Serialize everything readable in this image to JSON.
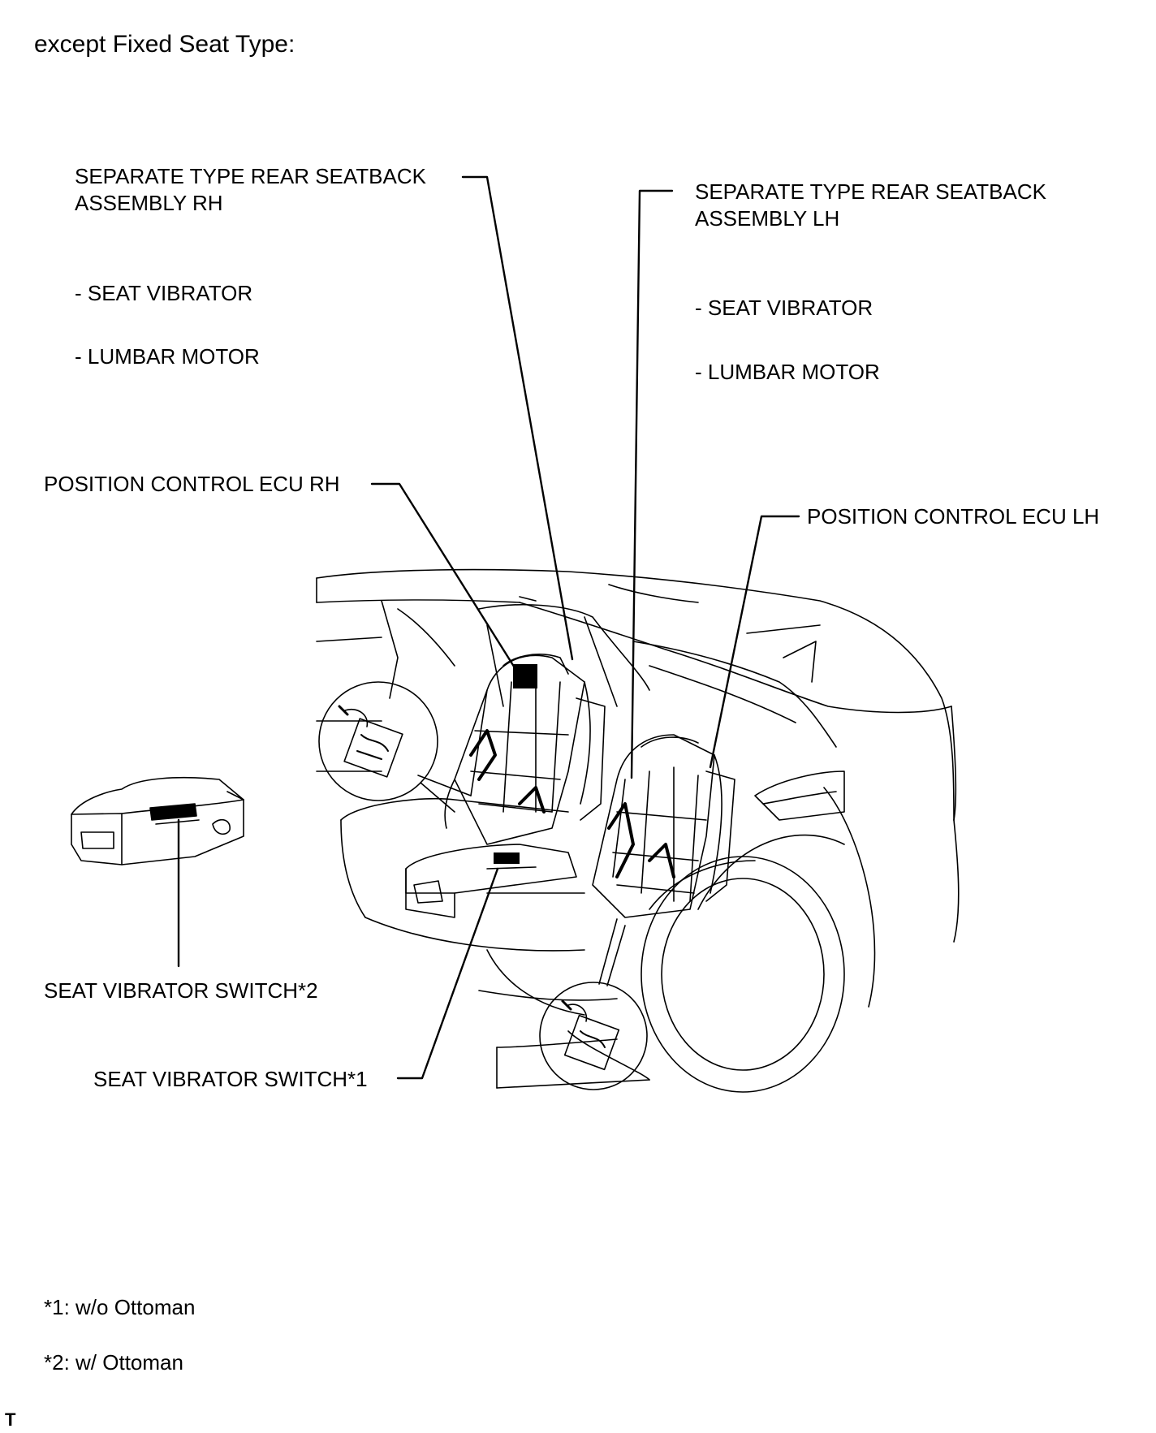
{
  "heading": "except Fixed Seat Type:",
  "labels": {
    "seatback_rh_line1": "SEPARATE TYPE REAR SEATBACK",
    "seatback_rh_line2": "ASSEMBLY RH",
    "rh_item1": "- SEAT VIBRATOR",
    "rh_item2": "- LUMBAR MOTOR",
    "seatback_lh_line1": "SEPARATE TYPE REAR SEATBACK",
    "seatback_lh_line2": "ASSEMBLY LH",
    "lh_item1": "- SEAT VIBRATOR",
    "lh_item2": "- LUMBAR MOTOR",
    "ecu_rh": "POSITION CONTROL ECU RH",
    "ecu_lh": "POSITION CONTROL ECU LH",
    "switch_2": "SEAT VIBRATOR SWITCH*2",
    "switch_1": "SEAT VIBRATOR SWITCH*1"
  },
  "footnotes": {
    "note1": "*1: w/o Ottoman",
    "note2": "*2: w/ Ottoman"
  },
  "corner_mark": "T"
}
